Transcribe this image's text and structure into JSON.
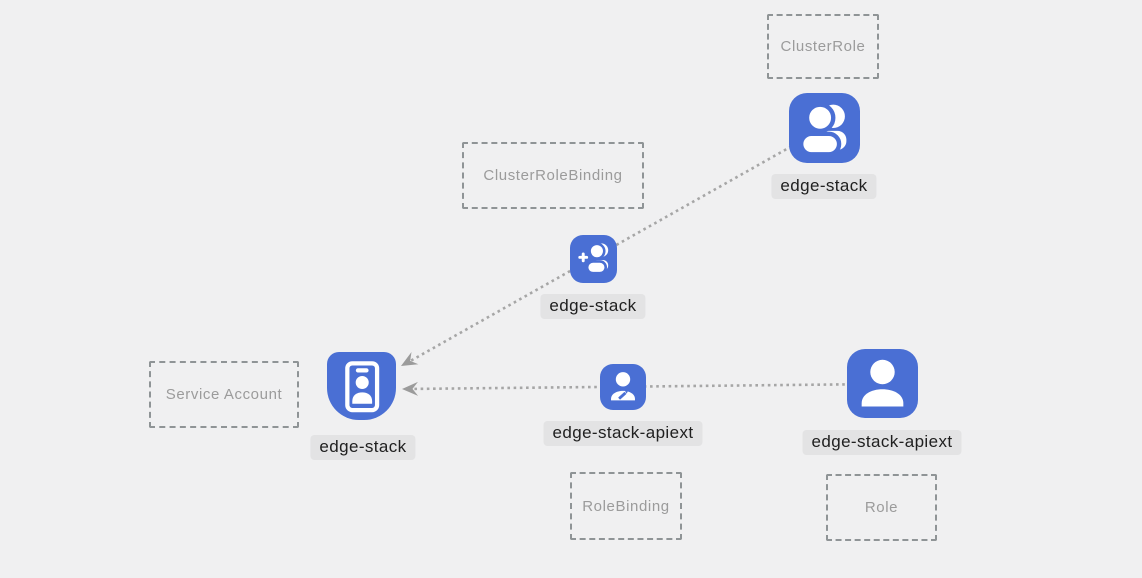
{
  "diagram": {
    "colors": {
      "background": "#f0f0f1",
      "node_blue": "#4a6fd4",
      "edge_gray": "#a6a6a6",
      "arrow_gray": "#9b9b9b",
      "box_border": "#8f9496",
      "box_text": "#9b9b9b",
      "label_bg": "#e3e3e4",
      "label_text": "#202020"
    },
    "categories": [
      {
        "label": "ClusterRole"
      },
      {
        "label": "ClusterRoleBinding"
      },
      {
        "label": "Service Account"
      },
      {
        "label": "RoleBinding"
      },
      {
        "label": "Role"
      }
    ],
    "nodes": [
      {
        "label": "edge-stack",
        "icon": "group-icon",
        "category": "ClusterRole"
      },
      {
        "label": "edge-stack",
        "icon": "person-add-icon",
        "category": "ClusterRoleBinding"
      },
      {
        "label": "edge-stack",
        "icon": "id-badge-icon",
        "category": "Service Account"
      },
      {
        "label": "edge-stack-apiext",
        "icon": "person-edit-icon",
        "category": "RoleBinding"
      },
      {
        "label": "edge-stack-apiext",
        "icon": "person-icon",
        "category": "Role"
      }
    ],
    "edges": [
      {
        "from": "edge-stack (ClusterRole)",
        "via": "edge-stack (ClusterRoleBinding)",
        "to": "edge-stack (Service Account)",
        "style": "dotted-arrow"
      },
      {
        "from": "edge-stack-apiext (Role)",
        "via": "edge-stack-apiext (RoleBinding)",
        "to": "edge-stack (Service Account)",
        "style": "dotted-arrow"
      }
    ]
  }
}
